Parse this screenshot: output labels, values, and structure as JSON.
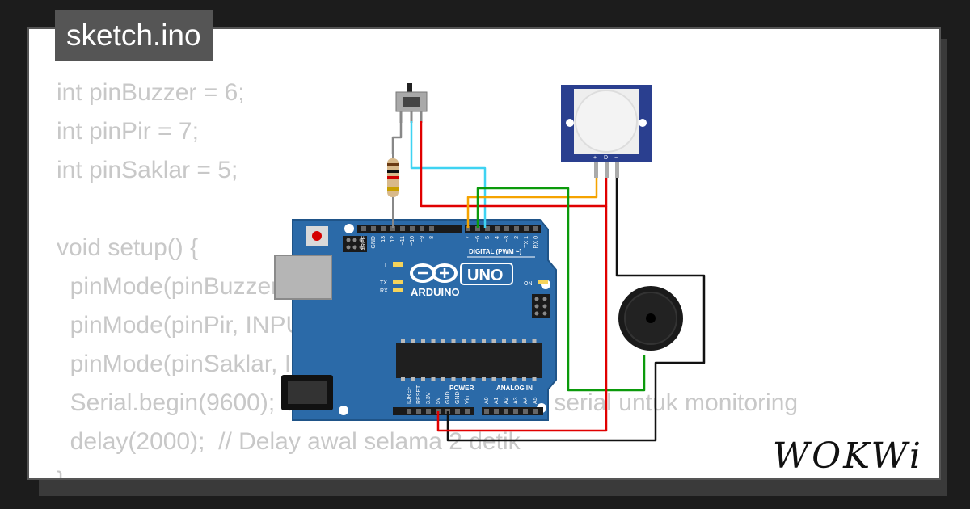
{
  "window": {
    "title": "sketch.ino"
  },
  "code": {
    "lines": [
      "int pinBuzzer = 6;",
      "int pinPir = 7;",
      "int pinSaklar = 5;",
      "",
      "void setup() {",
      "  pinMode(pinBuzzer, OUTPUT);",
      "  pinMode(pinPir, INPUT);",
      "  pinMode(pinSaklar, INPUT);",
      "  Serial.begin(9600);  // Inisialisasi komunikasi serial untuk monitoring",
      "  delay(2000);  // Delay awal selama 2 detik",
      "}"
    ]
  },
  "brand": {
    "logo": "WOKWi"
  },
  "board": {
    "name": "ARDUINO",
    "model": "UNO",
    "digital_label": "DIGITAL (PWM ~)",
    "power_label": "POWER",
    "analog_label": "ANALOG IN",
    "on_label": "ON",
    "l_label": "L",
    "tx_label": "TX",
    "rx_label": "RX",
    "top_pins": [
      "AREF",
      "GND",
      "13",
      "12",
      "~11",
      "~10",
      "~9",
      "8",
      "7",
      "~6",
      "~5",
      "4",
      "~3",
      "2",
      "TX 1",
      "RX 0"
    ],
    "bottom_pins": [
      "IOREF",
      "RESET",
      "3.3V",
      "5V",
      "GND",
      "GND",
      "Vin",
      "A0",
      "A1",
      "A2",
      "A3",
      "A4",
      "A5"
    ]
  },
  "pir": {
    "pin_labels": [
      "+",
      "D",
      "−"
    ]
  },
  "colors": {
    "board": "#2b6aa8",
    "pir_frame": "#2a3f8f",
    "wire_red": "#e00000",
    "wire_cyan": "#3fd3f2",
    "wire_green": "#0b9a0b",
    "wire_orange": "#f5a300",
    "wire_black": "#111111"
  }
}
